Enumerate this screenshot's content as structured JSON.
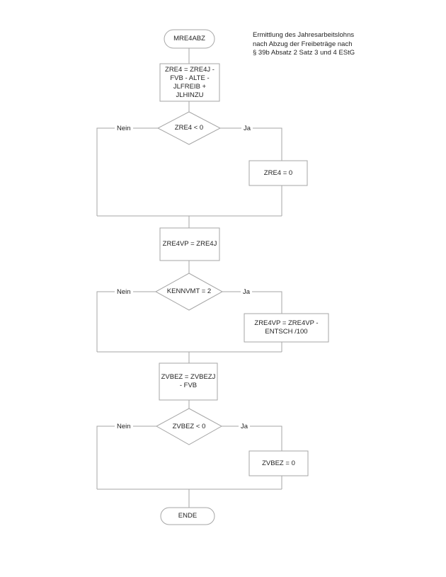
{
  "diagram": {
    "note": "Ermittlung des Jahresarbeitslohns\nnach Abzug der Freibeträge nach\n§ 39b Absatz 2 Satz 3 und 4 EStG",
    "start": "MRE4ABZ",
    "end": "ENDE",
    "nodes": {
      "p1": "ZRE4 = ZRE4J -\nFVB - ALTE -\nJLFREIB +\nJLHINZU",
      "d1": "ZRE4 < 0",
      "p2": "ZRE4 = 0",
      "p3": "ZRE4VP = ZRE4J",
      "d2": "KENNVMT = 2",
      "p4": "ZRE4VP = ZRE4VP -\nENTSCH /100",
      "p5": "ZVBEZ = ZVBEZJ\n- FVB",
      "d3": "ZVBEZ < 0",
      "p6": "ZVBEZ = 0"
    },
    "labels": {
      "yes": "Ja",
      "no": "Nein"
    },
    "colors": {
      "stroke": "#a6a6a6",
      "text": "#1f1f1f",
      "background": "#ffffff"
    }
  }
}
